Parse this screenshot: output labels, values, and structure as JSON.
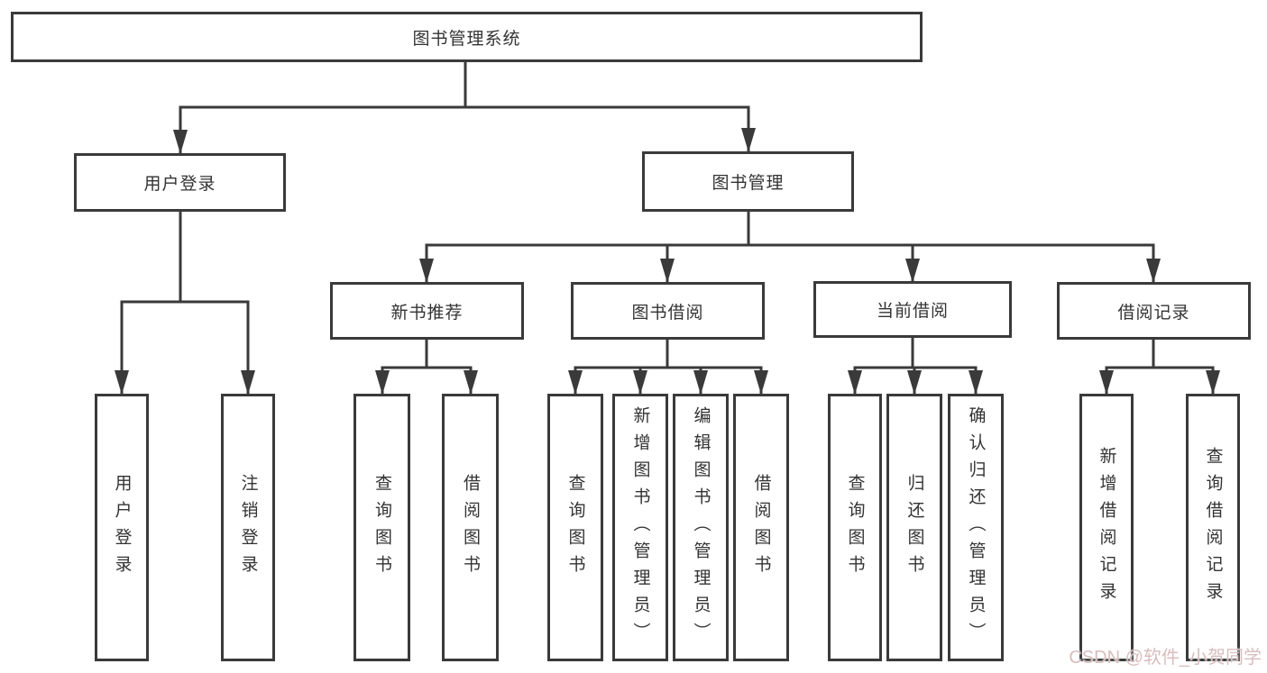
{
  "nodes": {
    "root": "图书管理系统",
    "level2": [
      "用户登录",
      "图书管理"
    ],
    "level3": [
      "新书推荐",
      "图书借阅",
      "当前借阅",
      "借阅记录"
    ],
    "leaves_user_login": [
      "用户登录",
      "注销登录"
    ],
    "leaves_new_book": [
      "查询图书",
      "借阅图书"
    ],
    "leaves_book_borrow": [
      "查询图书",
      "新增图书（管理员）",
      "编辑图书（管理员）",
      "借阅图书"
    ],
    "leaves_current_borrow": [
      "查询图书",
      "归还图书",
      "确认归还（管理员）"
    ],
    "leaves_borrow_record": [
      "新增借阅记录",
      "查询借阅记录"
    ]
  },
  "watermark": {
    "text": "CSDN @软件_小贺同学",
    "color": "#d8bdbd"
  },
  "colors": {
    "line": "#3a3a3a",
    "box_border": "#3a3a3a",
    "text": "#333333",
    "background": "#ffffff"
  }
}
